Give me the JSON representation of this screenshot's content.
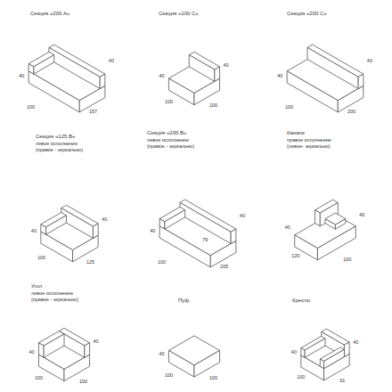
{
  "diagram": {
    "labels": [
      "Секция «200 А»",
      "40",
      "40",
      "100",
      "157",
      "Секция «100 С»",
      "40",
      "40",
      "100",
      "100",
      "Секция «200 С»",
      "40",
      "40",
      "100",
      "200",
      "Секция «125 В»",
      "левое исполнение",
      "(правое - зеркально)",
      "40",
      "40",
      "100",
      "125",
      "Секция «200 В»",
      "левое исполнение",
      "(правое - зеркально)",
      "40",
      "40",
      "100",
      "79",
      "205",
      "Канапе",
      "правое исполнение",
      "(левое- зеркально)",
      "40",
      "40",
      "120",
      "100",
      "Угол",
      "левое исполнение",
      "(правое - зеркально)",
      "40",
      "40",
      "100",
      "100",
      "Пуф",
      "40",
      "100",
      "100",
      "Кресло",
      "40",
      "40",
      "100",
      "91"
    ]
  }
}
